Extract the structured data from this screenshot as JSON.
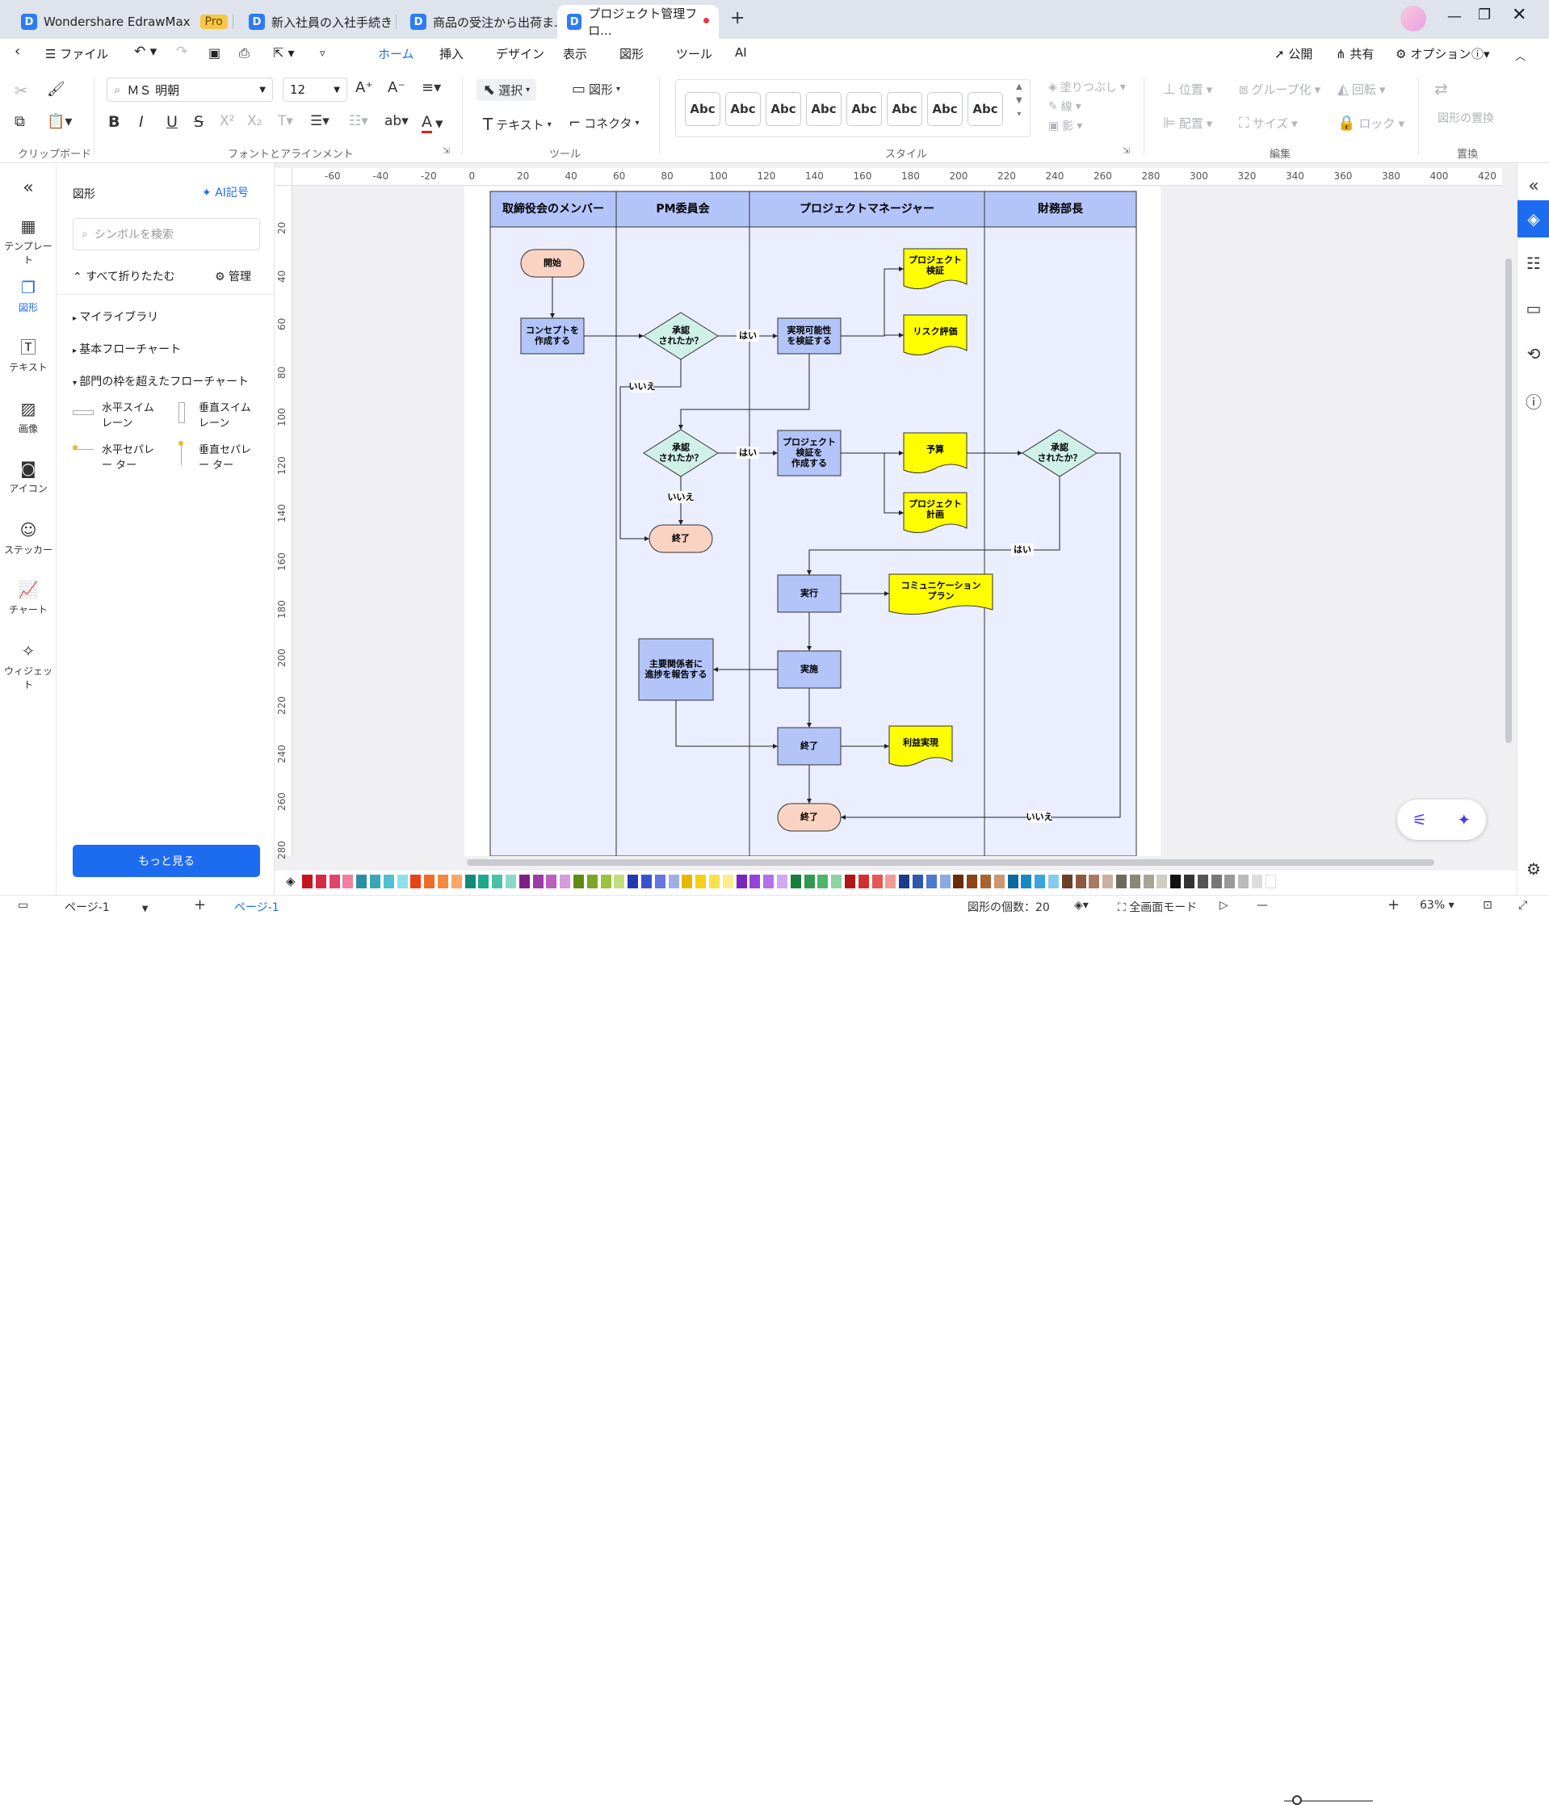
{
  "tabs": [
    {
      "label": "Wondershare EdrawMax",
      "badge": "Pro"
    },
    {
      "label": "新入社員の入社手続き"
    },
    {
      "label": "商品の受注から出荷ま..."
    },
    {
      "label": "プロジェクト管理フロ..."
    }
  ],
  "menu": {
    "file": "ファイル",
    "items": [
      "ホーム",
      "挿入",
      "デザイン",
      "表示",
      "図形",
      "ツール",
      "AI"
    ],
    "ai_badge": "hot",
    "publish": "公開",
    "share": "共有",
    "options": "オプション"
  },
  "ribbon": {
    "font_name": "ＭＳ 明朝",
    "font_size": "12",
    "select": "選択",
    "shape": "図形",
    "text": "テキスト",
    "connector": "コネクタ",
    "style_samples": [
      "Abc",
      "Abc",
      "Abc",
      "Abc",
      "Abc",
      "Abc",
      "Abc",
      "Abc"
    ],
    "fill": "塗りつぶし",
    "line": "線",
    "shadow": "影",
    "position": "位置",
    "group": "グループ化",
    "rotate": "回転",
    "align": "配置",
    "size": "サイズ",
    "lock": "ロック",
    "replace": "図形の置換",
    "groups": [
      "クリップボード",
      "フォントとアラインメント",
      "ツール",
      "スタイル",
      "編集",
      "置換"
    ]
  },
  "leftrail": [
    "テンプレート",
    "図形",
    "テキスト",
    "画像",
    "アイコン",
    "ステッカー",
    "チャート",
    "ウィジェット"
  ],
  "library": {
    "title": "図形",
    "ai_symbol": "AI記号",
    "search_placeholder": "シンボルを検索",
    "collapse_all": "すべて折りたたむ",
    "manage": "管理",
    "sections": [
      "マイライブラリ",
      "基本フローチャート",
      "部門の枠を超えたフローチャート"
    ],
    "shapes": [
      "水平スイム レーン",
      "垂直スイム レーン",
      "水平セパレー ター",
      "垂直セパレー ター"
    ],
    "more": "もっと見る"
  },
  "ruler": {
    "h": [
      "-60",
      "-40",
      "-20",
      "0",
      "20",
      "40",
      "60",
      "80",
      "100",
      "120",
      "140",
      "160",
      "180",
      "200",
      "220",
      "240",
      "260",
      "280",
      "300",
      "320",
      "340",
      "360",
      "380",
      "400",
      "420"
    ],
    "v": [
      "20",
      "40",
      "60",
      "80",
      "100",
      "120",
      "140",
      "160",
      "180",
      "200",
      "220",
      "240",
      "260",
      "280"
    ]
  },
  "diagram": {
    "lanes": [
      "取締役会のメンバー",
      "PM委員会",
      "プロジェクトマネージャー",
      "財務部長"
    ],
    "start": "開始",
    "concept": "コンセプトを 作成する",
    "decision": "承認 されたか？",
    "verify": "実現可能性 を検証する",
    "proj_verify_doc": "プロジェクト 検証",
    "risk": "リスク評価",
    "proj_make": "プロジェクト 検証を 作成する",
    "budget": "予算",
    "proj_plan": "プロジェクト 計画",
    "execute": "実行",
    "comm": "コミュニケーション プラン",
    "implement": "実施",
    "report": "主要関係者に 進捗を報告する",
    "end": "終了",
    "benefit": "利益実現",
    "yes": "はい",
    "no": "いいえ"
  },
  "status": {
    "page_select": "ページ-1",
    "page_tab": "ページ-1",
    "shape_count": "図形の個数：20",
    "fullscreen": "全画面モード",
    "zoom": "63%"
  },
  "colors": {
    "accent": "#1d6cf0",
    "lane_header": "#b3c4f9",
    "lane_body": "#ebeeff",
    "process": "#b3c4f9",
    "decision": "#cff0e6",
    "terminal": "#fad3c2",
    "document": "#ffff00"
  }
}
